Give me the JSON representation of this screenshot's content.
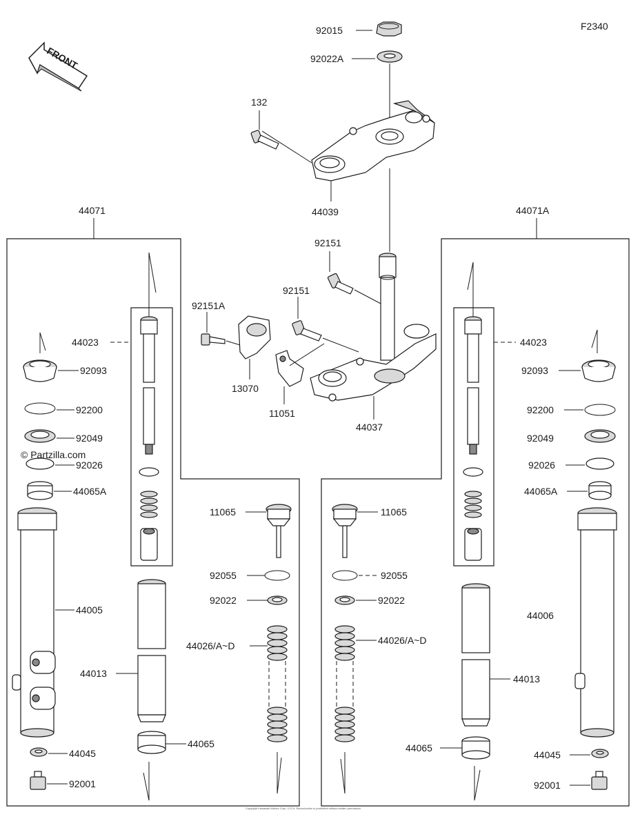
{
  "diagram_id": "F2340",
  "front_label": "FRONT",
  "watermark": "© Partzilla.com",
  "footer_text": "Copyright Kawasaki Motors Corp. U.S.A. Reproduction is prohibited without written permission",
  "parts": {
    "p92015": "92015",
    "p92022A": "92022A",
    "p132": "132",
    "p44039": "44039",
    "p44071": "44071",
    "p44071A": "44071A",
    "p92151_top": "92151",
    "p92151_mid": "92151",
    "p92151A": "92151A",
    "p13070": "13070",
    "p11051": "11051",
    "p44037": "44037",
    "l44023": "44023",
    "l92093": "92093",
    "l92200": "92200",
    "l92049": "92049",
    "l92026": "92026",
    "l44065A": "44065A",
    "l44005": "44005",
    "l44013": "44013",
    "l44065": "44065",
    "l44045": "44045",
    "l92001": "92001",
    "l11065": "11065",
    "l92055": "92055",
    "l92022": "92022",
    "l44026": "44026/A~D",
    "r44023": "44023",
    "r92093": "92093",
    "r92200": "92200",
    "r92049": "92049",
    "r92026": "92026",
    "r44065A": "44065A",
    "r44006": "44006",
    "r44013": "44013",
    "r44065": "44065",
    "r44045": "44045",
    "r92001": "92001",
    "r11065": "11065",
    "r92055": "92055",
    "r92022": "92022",
    "r44026": "44026/A~D"
  }
}
